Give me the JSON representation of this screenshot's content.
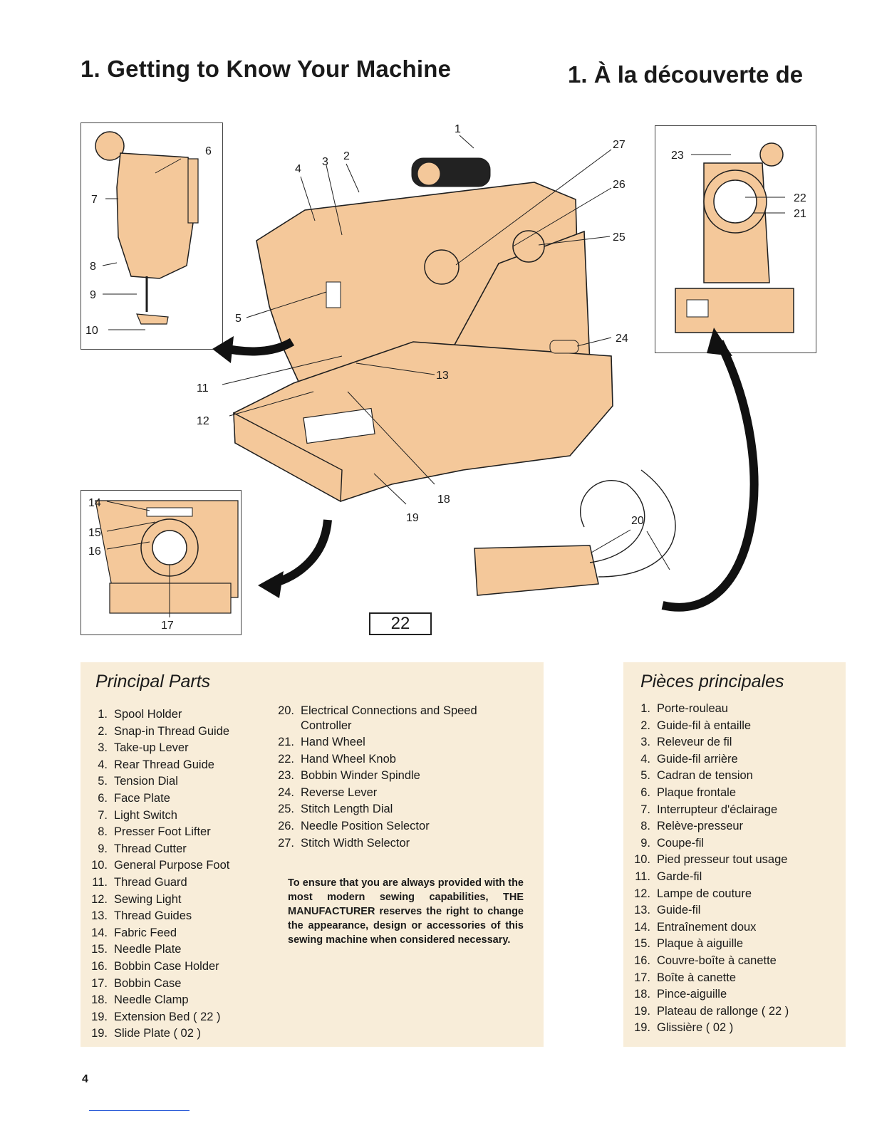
{
  "header": {
    "title_en": "1. Getting to Know Your Machine",
    "title_fr": "1. À la découverte de"
  },
  "figure": {
    "page_box": "22",
    "callouts": {
      "c1": "1",
      "c2": "2",
      "c3": "3",
      "c4": "4",
      "c5": "5",
      "c6": "6",
      "c7": "7",
      "c8": "8",
      "c9": "9",
      "c10": "10",
      "c11": "11",
      "c12": "12",
      "c13": "13",
      "c14": "14",
      "c15": "15",
      "c16": "16",
      "c17": "17",
      "c18": "18",
      "c19": "19",
      "c20": "20",
      "c21": "21",
      "c22": "22",
      "c23": "23",
      "c24": "24",
      "c25": "25",
      "c26": "26",
      "c27": "27"
    },
    "colors": {
      "machine_fill": "#f4c89a",
      "outline": "#1f1f1f",
      "arrow": "#111111"
    }
  },
  "parts_en": {
    "heading": "Principal Parts",
    "col1": [
      {
        "n": "1.",
        "t": "Spool Holder"
      },
      {
        "n": "2.",
        "t": "Snap-in Thread Guide"
      },
      {
        "n": "3.",
        "t": "Take-up Lever"
      },
      {
        "n": "4.",
        "t": "Rear Thread Guide"
      },
      {
        "n": "5.",
        "t": "Tension Dial"
      },
      {
        "n": "6.",
        "t": "Face Plate"
      },
      {
        "n": "7.",
        "t": "Light Switch"
      },
      {
        "n": "8.",
        "t": "Presser Foot Lifter"
      },
      {
        "n": "9.",
        "t": "Thread Cutter"
      },
      {
        "n": "10.",
        "t": "General Purpose Foot"
      },
      {
        "n": "11.",
        "t": "Thread Guard"
      },
      {
        "n": "12.",
        "t": "Sewing Light"
      },
      {
        "n": "13.",
        "t": "Thread Guides"
      },
      {
        "n": "14.",
        "t": "Fabric Feed"
      },
      {
        "n": "15.",
        "t": "Needle Plate"
      },
      {
        "n": "16.",
        "t": "Bobbin Case Holder"
      },
      {
        "n": "17.",
        "t": "Bobbin Case"
      },
      {
        "n": "18.",
        "t": "Needle Clamp"
      },
      {
        "n": "19.",
        "t": "Extension Bed ( 22 )"
      },
      {
        "n": "19.",
        "t": "Slide Plate ( 02 )"
      }
    ],
    "col2": [
      {
        "n": "20.",
        "t": "Electrical Connections and Speed Controller"
      },
      {
        "n": "21.",
        "t": "Hand Wheel"
      },
      {
        "n": "22.",
        "t": "Hand Wheel Knob"
      },
      {
        "n": "23.",
        "t": "Bobbin Winder Spindle"
      },
      {
        "n": "24.",
        "t": "Reverse Lever"
      },
      {
        "n": "25.",
        "t": "Stitch Length Dial"
      },
      {
        "n": "26.",
        "t": "Needle Position Selector"
      },
      {
        "n": "27.",
        "t": "Stitch Width Selector"
      }
    ],
    "notice": "To ensure that you are always provided with the most modern sewing capabilities, THE MANUFACTURER reserves the right to change the appearance, design or accessories of this sewing machine when considered necessary."
  },
  "parts_fr": {
    "heading": "Pièces principales",
    "items": [
      {
        "n": "1.",
        "t": "Porte-rouleau"
      },
      {
        "n": "2.",
        "t": "Guide-fil à entaille"
      },
      {
        "n": "3.",
        "t": "Releveur de fil"
      },
      {
        "n": "4.",
        "t": "Guide-fil arrière"
      },
      {
        "n": "5.",
        "t": "Cadran de tension"
      },
      {
        "n": "6.",
        "t": "Plaque frontale"
      },
      {
        "n": "7.",
        "t": "Interrupteur d'éclairage"
      },
      {
        "n": "8.",
        "t": "Relève-presseur"
      },
      {
        "n": "9.",
        "t": "Coupe-fil"
      },
      {
        "n": "10.",
        "t": "Pied presseur tout usage"
      },
      {
        "n": "11.",
        "t": "Garde-fil"
      },
      {
        "n": "12.",
        "t": "Lampe de couture"
      },
      {
        "n": "13.",
        "t": "Guide-fil"
      },
      {
        "n": "14.",
        "t": "Entraînement doux"
      },
      {
        "n": "15.",
        "t": "Plaque à aiguille"
      },
      {
        "n": "16.",
        "t": "Couvre-boîte à canette"
      },
      {
        "n": "17.",
        "t": "Boîte à canette"
      },
      {
        "n": "18.",
        "t": "Pince-aiguille"
      },
      {
        "n": "19.",
        "t": "Plateau de rallonge ( 22 )"
      },
      {
        "n": "19.",
        "t": "Glissière ( 02 )"
      }
    ]
  },
  "footer": {
    "page_number": "4"
  }
}
